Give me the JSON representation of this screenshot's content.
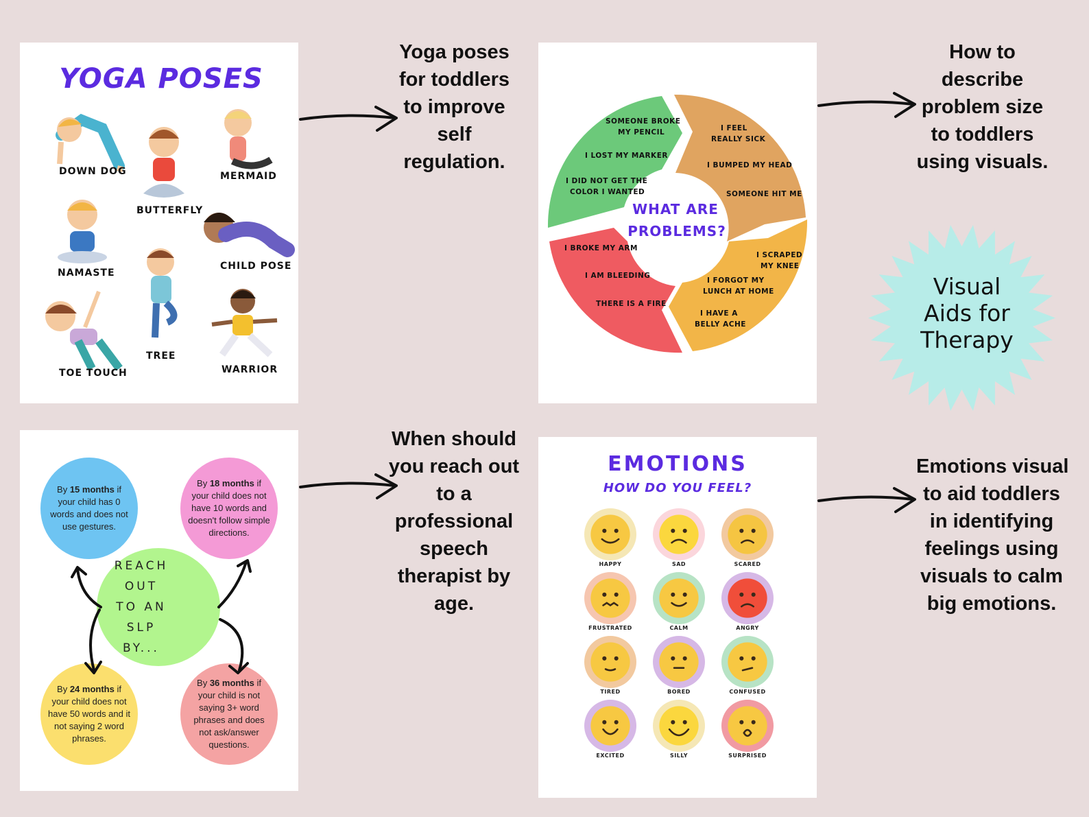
{
  "yoga": {
    "title": "YOGA POSES",
    "poses": [
      "DOWN DOG",
      "BUTTERFLY",
      "MERMAID",
      "NAMASTE",
      "CHILD POSE",
      "TREE",
      "TOE TOUCH",
      "WARRIOR"
    ]
  },
  "captions": {
    "yoga": [
      "Yoga poses",
      "for toddlers",
      "to improve",
      "self",
      "regulation."
    ],
    "problems": [
      "How to",
      "describe",
      "problem size",
      "to toddlers",
      "using visuals."
    ],
    "slp": [
      "When should",
      "you reach out",
      "to a",
      "professional",
      "speech",
      "therapist by",
      "age."
    ],
    "emotions": [
      "Emotions visual",
      "to aid toddlers",
      "in identifying",
      "feelings using",
      "visuals to calm",
      "big emotions."
    ]
  },
  "problems": {
    "center": [
      "WHAT ARE",
      "PROBLEMS?"
    ],
    "green": [
      "SOMEONE BROKE",
      "MY PENCIL",
      "I LOST MY MARKER",
      "I DID NOT GET THE",
      "COLOR I WANTED"
    ],
    "orange": [
      "I FEEL",
      "REALLY SICK",
      "I BUMPED MY HEAD",
      "SOMEONE HIT ME"
    ],
    "red": [
      "I BROKE MY ARM",
      "I AM BLEEDING",
      "THERE IS A FIRE"
    ],
    "yellow": [
      "I SCRAPED",
      "MY KNEE",
      "I FORGOT MY",
      "LUNCH AT HOME",
      "I HAVE A",
      "BELLY ACHE"
    ],
    "colors": {
      "green": "#6cc97a",
      "orange": "#e0a460",
      "red": "#ef5b61",
      "yellow": "#f2b548"
    }
  },
  "badge": {
    "lines": [
      "Visual",
      "Aids for",
      "Therapy"
    ],
    "color": "#b7ece8"
  },
  "slp": {
    "center": [
      "REACH OUT",
      "TO AN SLP",
      "BY..."
    ],
    "b15": {
      "pre": "By ",
      "bold": "15 months",
      "post": " if your child has 0 words and does not use gestures."
    },
    "b18": {
      "pre": "By ",
      "bold": "18 months",
      "post": " if your child does not have 10 words and doesn't follow simple directions."
    },
    "b24": {
      "pre": "By ",
      "bold": "24 months",
      "post": " if your child does not have 50 words and it not saying 2 word phrases."
    },
    "b36": {
      "pre": "By ",
      "bold": "36 months",
      "post": " if your child is not saying 3+ word phrases and does not ask/answer questions."
    }
  },
  "emotions": {
    "title": "EMOTIONS",
    "subtitle": "HOW DO YOU FEEL?",
    "items": [
      "HAPPY",
      "SAD",
      "SCARED",
      "FRUSTRATED",
      "CALM",
      "ANGRY",
      "TIRED",
      "BORED",
      "CONFUSED",
      "EXCITED",
      "SILLY",
      "SURPRISED"
    ]
  }
}
